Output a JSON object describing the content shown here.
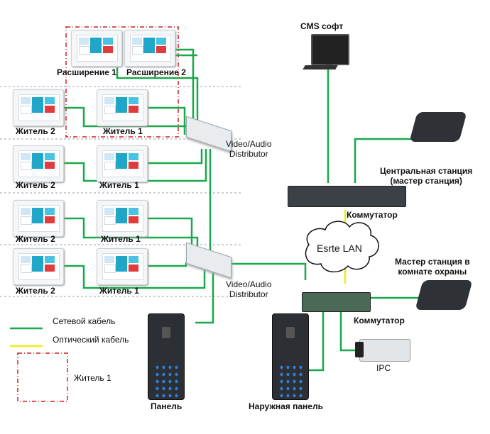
{
  "labels": {
    "cms": "CMS софт",
    "ext1": "Расширение 1",
    "ext2": "Расширение 2",
    "resident1": "Житель 1",
    "resident2": "Житель 2",
    "distributor1": "Video/Audio\nDistributor",
    "distributor2": "Video/Audio\nDistributor",
    "central_station": "Центральная станция\n(мастер станция)",
    "switch1": "Коммутатор",
    "switch2": "Коммутатор",
    "lan": "Esrte LAN",
    "guard_station": "Мастер станция в\nкомнате охраны",
    "ipc": "IPC",
    "panel": "Панель",
    "outdoor_panel": "Наружная панель"
  },
  "legend": {
    "network_cable": "Сетевой кабель",
    "optical_cable": "Оптический кабель",
    "resident1": "Житель 1"
  },
  "colors": {
    "network_cable": "#19a84a",
    "optical_cable": "#f2ea1c",
    "resident_box": "#d21f1f"
  }
}
